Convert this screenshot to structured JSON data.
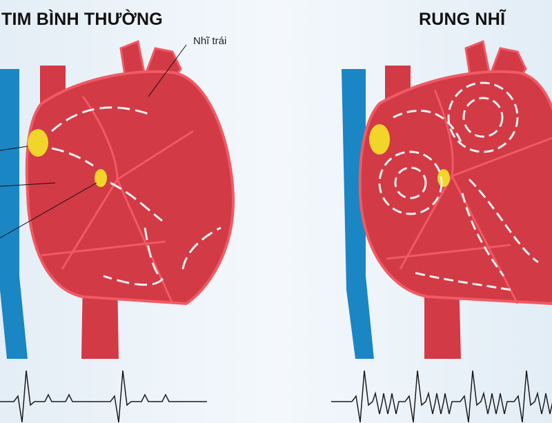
{
  "titles": {
    "normal": "TIM BÌNH THƯỜNG",
    "afib": "RUNG NHĨ"
  },
  "labels": {
    "left_atrium": "Nhĩ trái"
  },
  "colors": {
    "heart": "#d23a45",
    "heart_outline": "#f05a64",
    "vein": "#1a86c4",
    "node": "#f2d52a",
    "arrow": "#f1f1f1",
    "ecg": "#1a1a1a"
  }
}
